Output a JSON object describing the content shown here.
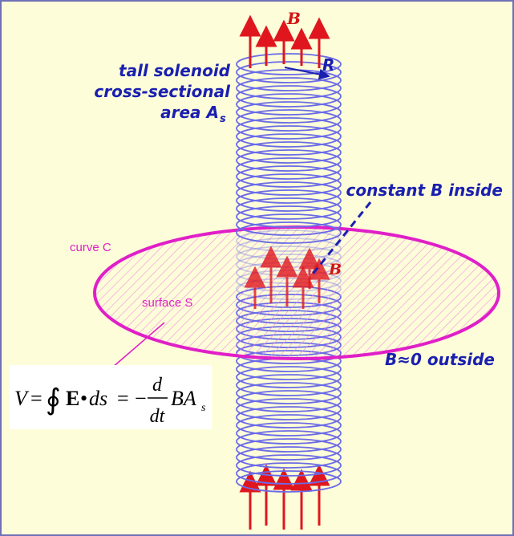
{
  "labels": {
    "b_top": "B",
    "r_radius": "R",
    "solenoid_line1": "tall solenoid",
    "solenoid_line2": "cross-sectional",
    "solenoid_line3": "area A",
    "solenoid_sub": "s",
    "constant_b": "constant B inside",
    "b_mid": "B",
    "curve": "curve C",
    "surface": "surface S",
    "outside": "B≈0 outside"
  },
  "equation": {
    "lhs": "V",
    "eq1": "=",
    "integral": "∮",
    "E": "E",
    "dot": "•",
    "ds": "ds",
    "eq2": "=",
    "minus": "−",
    "num": "d",
    "den": "dt",
    "BA": "BA",
    "sub": "s"
  },
  "colors": {
    "background": "#fdfdd9",
    "border": "#7070b8",
    "coil": "#6b6be8",
    "arrow": "#e0161e",
    "magenta": "#e01fc8",
    "label_blue": "#1a1fb0",
    "label_red": "#d21414"
  }
}
